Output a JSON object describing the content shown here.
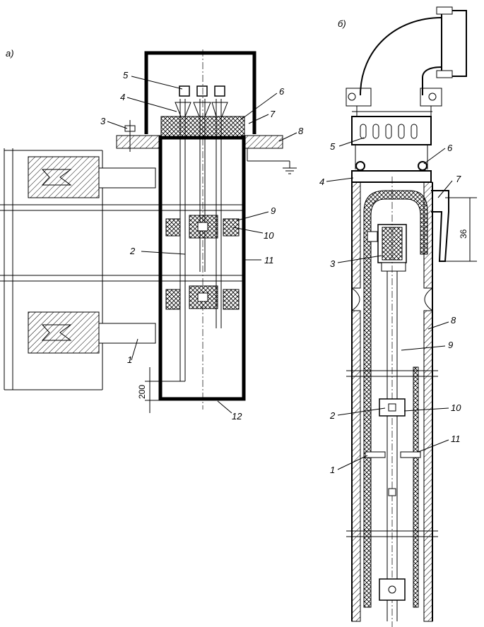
{
  "panel_a": {
    "title": "а)",
    "callouts": [
      "1",
      "2",
      "3",
      "4",
      "5",
      "6",
      "7",
      "8",
      "9",
      "10",
      "11",
      "12"
    ],
    "dimension": "200"
  },
  "panel_b": {
    "title": "б)",
    "callouts": [
      "1",
      "2",
      "3",
      "4",
      "5",
      "6",
      "7",
      "8",
      "9",
      "10",
      "11"
    ],
    "dimension": "36"
  }
}
